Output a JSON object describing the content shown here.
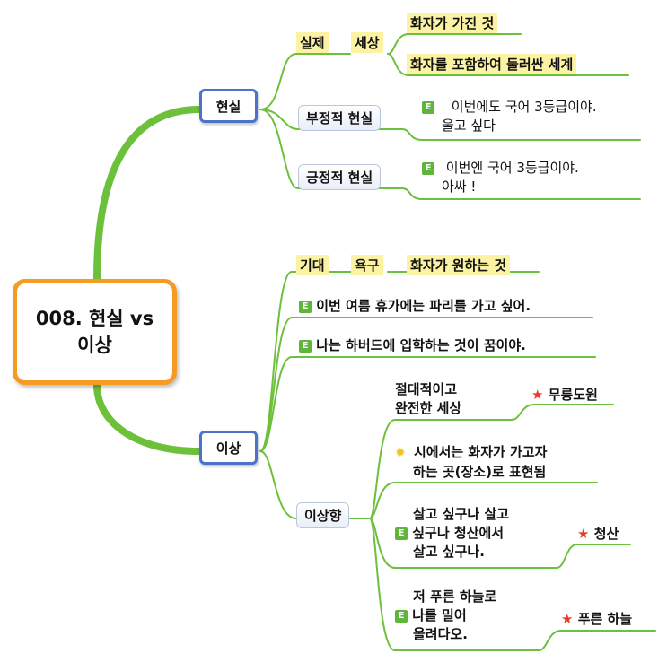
{
  "root": {
    "line1": "008. 현실 vs",
    "line2": "이상"
  },
  "reality": {
    "label": "현실",
    "sil_je": "실제",
    "sesang": "세상",
    "sesang_items": [
      "화자가 가진 것",
      "화자를 포함하여 둘러싼 세계"
    ],
    "negative": {
      "label": "부정적 현실",
      "line1": "이번에도 국어 3등급이야.",
      "line2": "울고 싶다"
    },
    "positive": {
      "label": "긍정적 현실",
      "line1": "이번엔 국어 3등급이야.",
      "line2": "아싸 !"
    }
  },
  "ideal": {
    "label": "이상",
    "gidae": "기대",
    "yokgu": "욕구",
    "yokgu_desc": "화자가 원하는 것",
    "example1": "이번 여름 휴가에는 파리를 가고 싶어.",
    "example2": "나는 하버드에 입학하는 것이 꿈이야.",
    "utopia": {
      "label": "이상향",
      "def_line1": "절대적이고",
      "def_line2": "완전한 세상",
      "def_tag": "무릉도원",
      "note_line1": "시에서는 화자가 가고자",
      "note_line2": "하는 곳(장소)로 표현됨",
      "ex1_line1": "살고 싶구나 살고",
      "ex1_line2": "싶구나 청산에서",
      "ex1_line3": "살고 싶구나.",
      "ex1_tag": "청산",
      "ex2_line1": "저 푸른 하늘로",
      "ex2_line2": "나를 밀어",
      "ex2_line3": "올려다오.",
      "ex2_tag": "푸른 하늘"
    }
  },
  "icons": {
    "example": "E",
    "star": "★",
    "bulb": "✹"
  },
  "colors": {
    "branch": "#6cc03a",
    "root_border": "#f59a23",
    "main_border": "#4a74c9",
    "highlight": "#fbf3a3"
  }
}
